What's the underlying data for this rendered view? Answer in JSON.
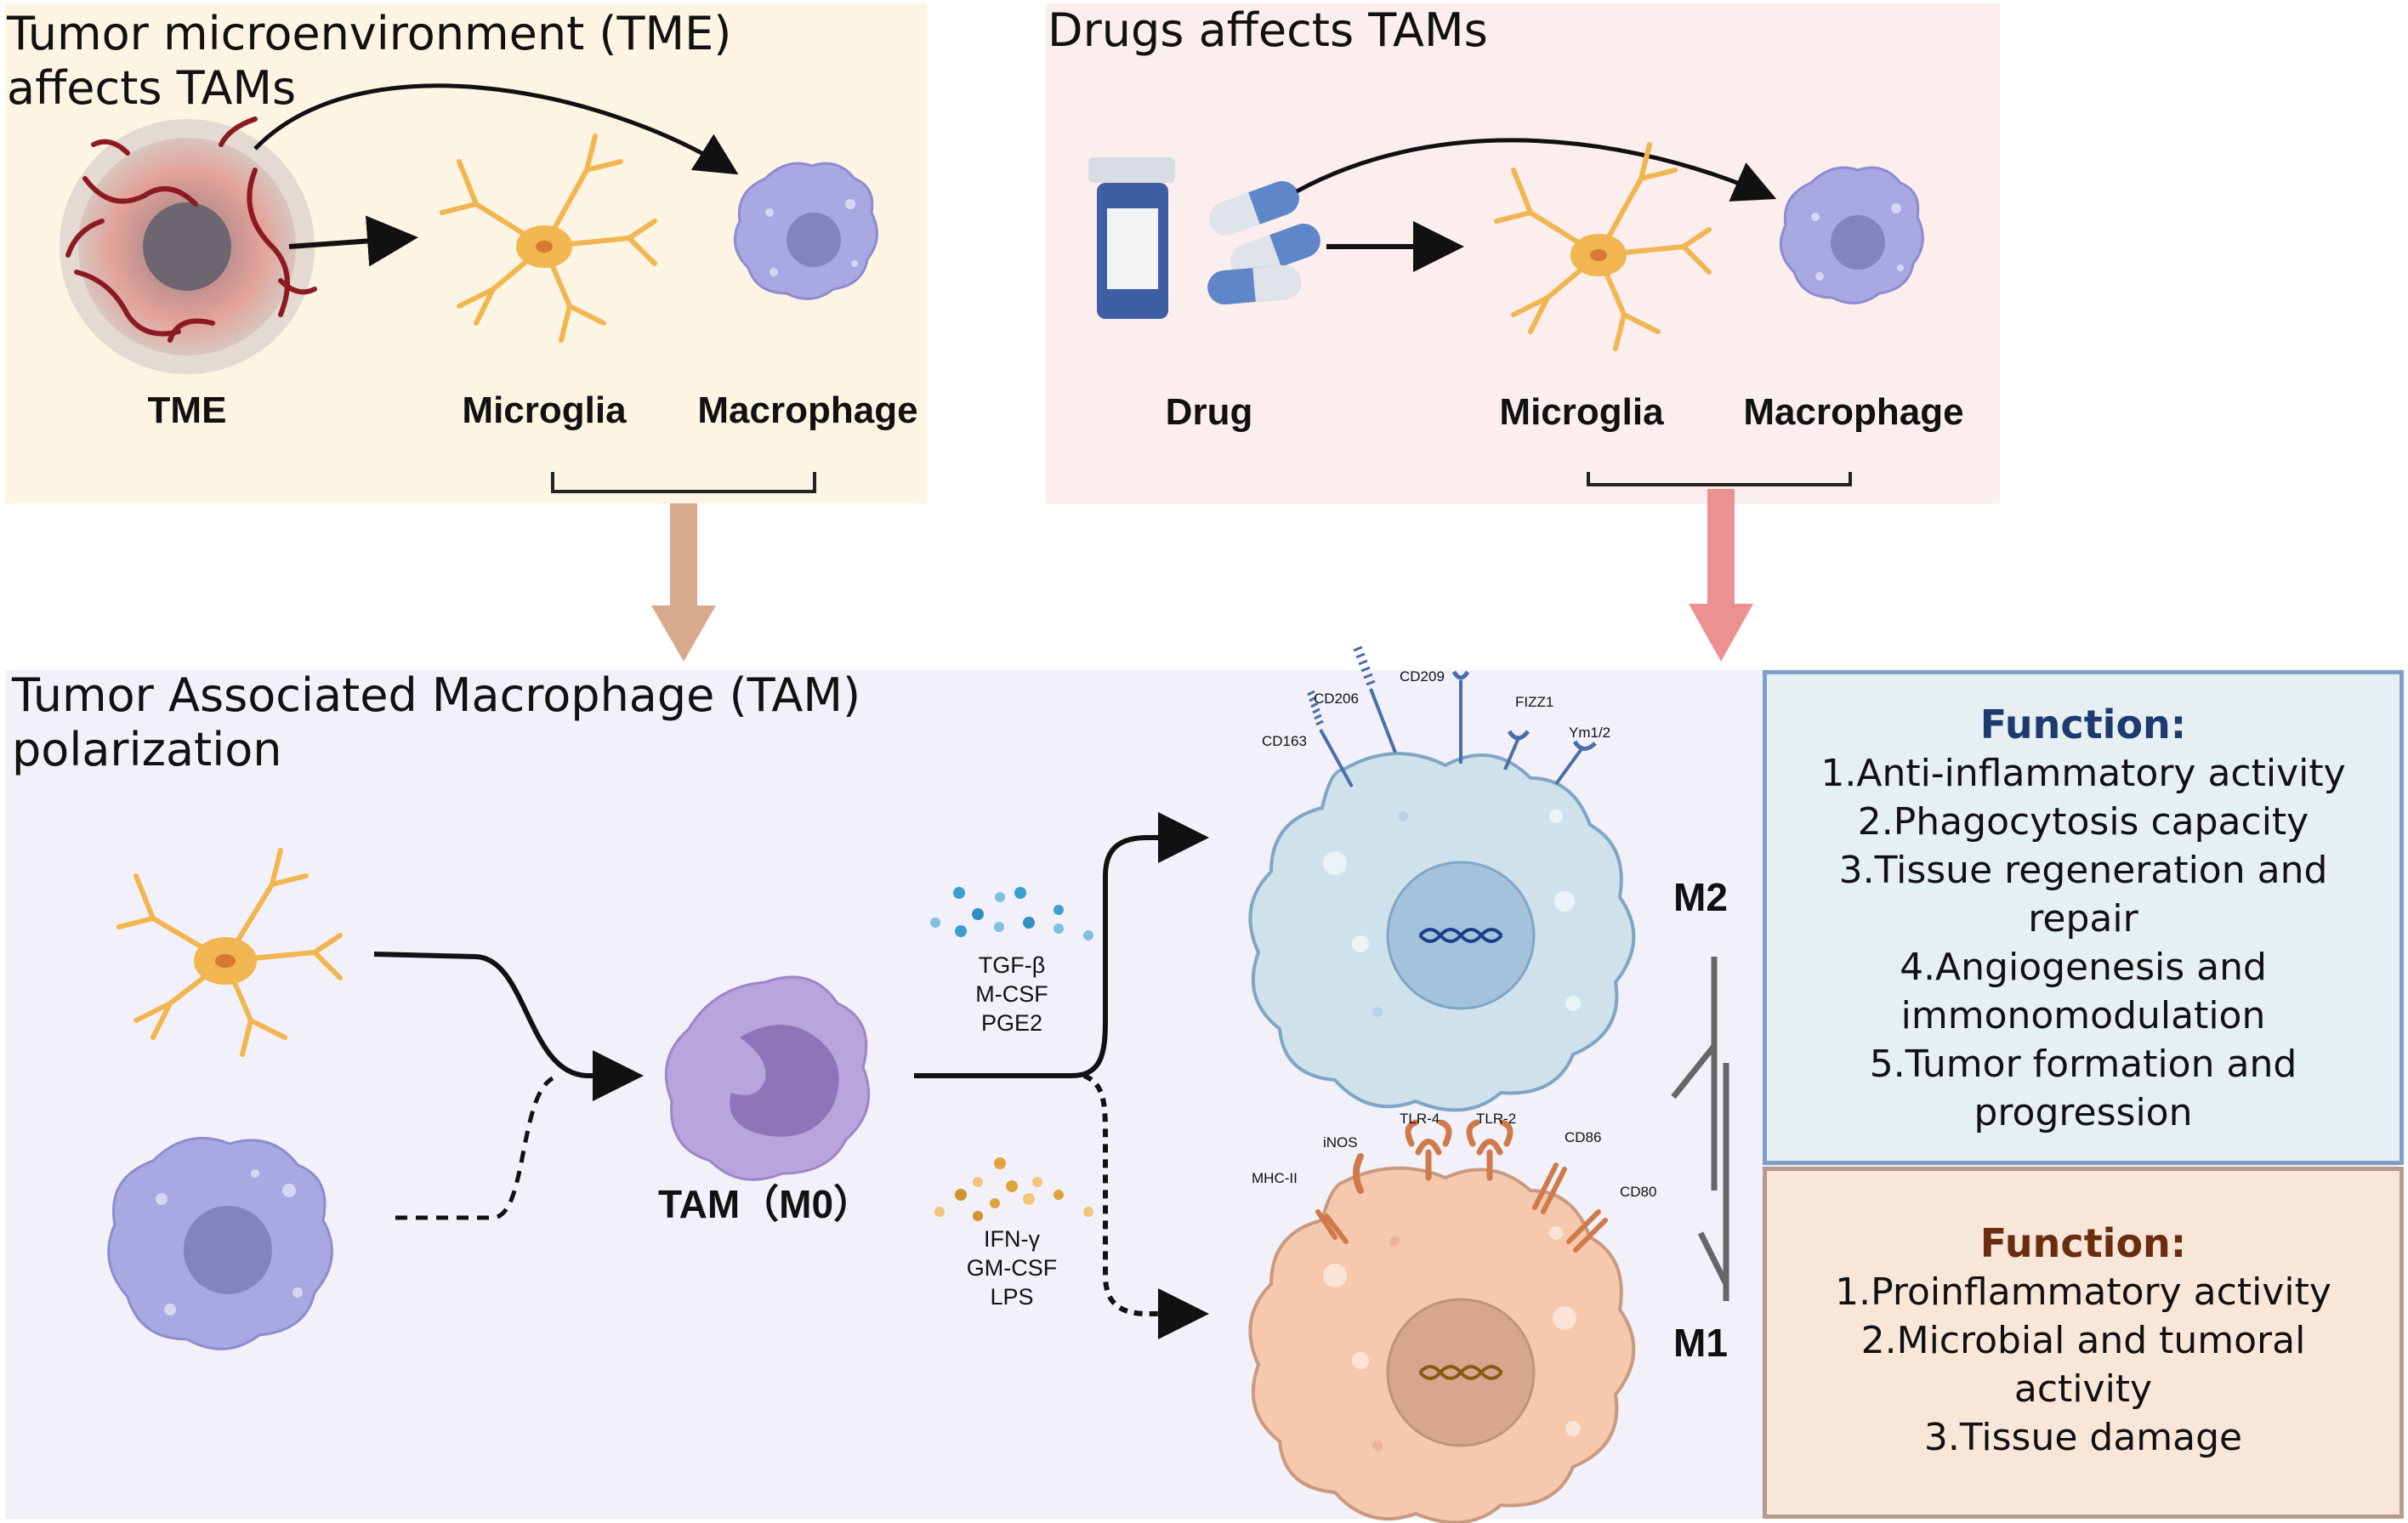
{
  "colors": {
    "tme_panel": "#fdf4e3",
    "drug_panel": "#fbeeec",
    "tam_panel": "#f2f0f9",
    "m2_box_fill": "#e6eff2",
    "m2_box_border": "#7f9fcb",
    "m1_box_fill": "#f8e6d9",
    "m1_box_border": "#b89a8c",
    "m2_heading": "#1f3a6e",
    "m1_heading": "#6b2d10",
    "tan_arrow": "#d9a98d",
    "pink_arrow": "#ec9191",
    "macrophage": "#a9a8e3",
    "microglia": "#f1b64f",
    "m2_cell": "#cfe2ec",
    "m1_cell": "#f6c8ad",
    "tam_cell": "#b9a4dd"
  },
  "tme_panel": {
    "title_line1": "Tumor microenvironment  (TME)",
    "title_line2": "affects TAMs",
    "label_tme": "TME",
    "label_microglia": "Microglia",
    "label_macrophage": "Macrophage"
  },
  "drug_panel": {
    "title": "Drugs affects TAMs",
    "label_drug": "Drug",
    "label_microglia": "Microglia",
    "label_macrophage": "Macrophage"
  },
  "tam_panel": {
    "title_line1": "Tumor Associated Macrophage (TAM)",
    "title_line2": "polarization",
    "tam_label": "TAM（M0）",
    "m2_factors": [
      "TGF-β",
      "M-CSF",
      "PGE2"
    ],
    "m1_factors": [
      "IFN-γ",
      "GM-CSF",
      "LPS"
    ],
    "m2_label": "M2",
    "m1_label": "M1",
    "m2_receptors": {
      "cd163": "CD163",
      "cd206": "CD206",
      "cd209": "CD209",
      "fizz1": "FIZZ1",
      "ym12": "Ym1/2"
    },
    "m1_receptors": {
      "mhc2": "MHC-II",
      "inos": "iNOS",
      "tlr4": "TLR-4",
      "tlr2": "TLR-2",
      "cd86": "CD86",
      "cd80": "CD80"
    }
  },
  "m2_function": {
    "heading": "Function:",
    "items": [
      "1.Anti-inflammatory activity",
      "2.Phagocytosis capacity",
      "3.Tissue regeneration and",
      "repair",
      "4.Angiogenesis and",
      "immonomodulation",
      "5.Tumor formation and",
      "progression"
    ]
  },
  "m1_function": {
    "heading": "Function:",
    "items": [
      "1.Proinflammatory activity",
      "2.Microbial and tumoral",
      "activity",
      "3.Tissue damage"
    ]
  }
}
